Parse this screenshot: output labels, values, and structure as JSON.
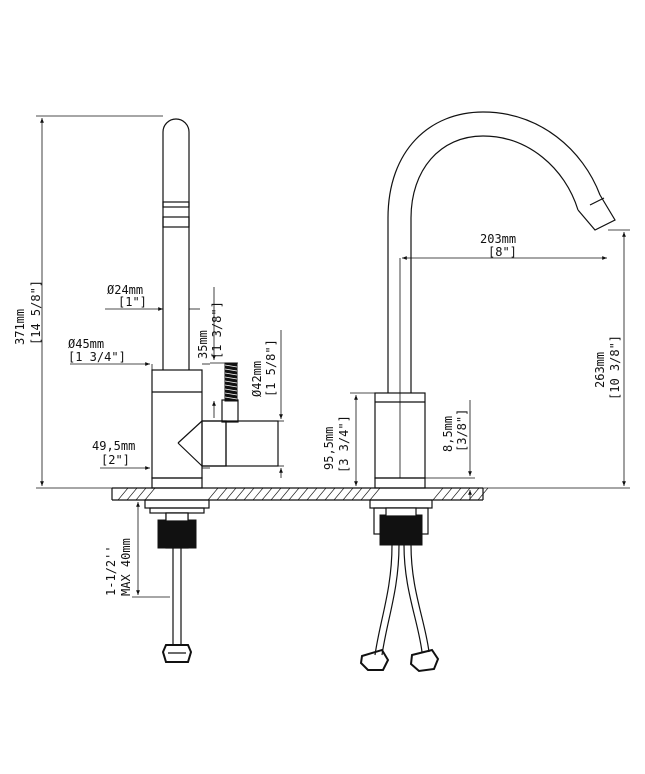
{
  "labels": {
    "height_total_mm": "371mm",
    "height_total_in": "[14 5/8\"]",
    "spout_dia_mm": "Ø24mm",
    "spout_dia_in": "[1\"]",
    "body_dia_mm": "Ø45mm",
    "body_dia_in": "[1 3/4\"]",
    "base_width_mm": "49,5mm",
    "base_width_in": "[2\"]",
    "lever_len_mm": "35mm",
    "lever_len_in": "[1 3/8\"]",
    "lever_dia_mm": "Ø42mm",
    "lever_dia_in": "[1 5/8\"]",
    "reach_mm": "203mm",
    "reach_in": "[8\"]",
    "spout_height_mm": "263mm",
    "spout_height_in": "[10 3/8\"]",
    "body_height_mm": "95,5mm",
    "body_height_in": "[3 3/4\"]",
    "base_height_mm": "8,5mm",
    "base_height_in": "[3/8\"]",
    "thread_size": "1-1/2''",
    "max_thickness": "MAX 40mm"
  }
}
